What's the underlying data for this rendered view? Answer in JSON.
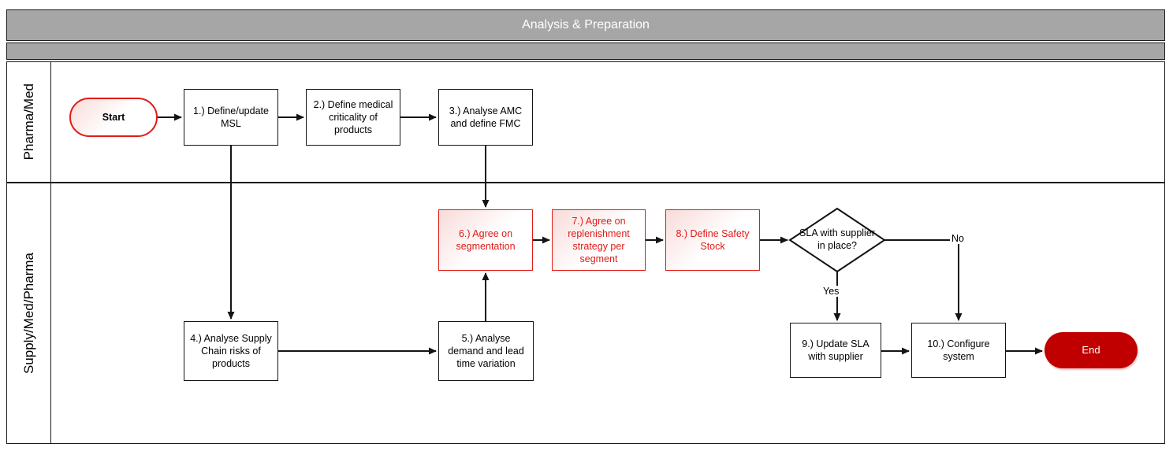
{
  "title": "Analysis & Preparation",
  "colors": {
    "header_gray": "#a6a6a6",
    "accent_red": "#e01b17",
    "end_fill": "#c00000"
  },
  "lanes": [
    {
      "label": "Pharma/Med"
    },
    {
      "label": "Supply/Med/Pharma"
    }
  ],
  "nodes": {
    "start": {
      "label": "Start",
      "type": "terminator"
    },
    "n1": {
      "label": "1.) Define/update MSL",
      "type": "process"
    },
    "n2": {
      "label": "2.) Define medical criticality of products",
      "type": "process"
    },
    "n3": {
      "label": "3.) Analyse AMC and define FMC",
      "type": "process"
    },
    "n4": {
      "label": "4.) Analyse Supply Chain risks of products",
      "type": "process"
    },
    "n5": {
      "label": "5.) Analyse demand and lead time variation",
      "type": "process"
    },
    "n6": {
      "label": "6.) Agree on segmentation",
      "type": "process-highlighted"
    },
    "n7": {
      "label": "7.) Agree on replenishment strategy per segment",
      "type": "process-highlighted"
    },
    "n8": {
      "label": "8.) Define Safety Stock",
      "type": "process-highlighted"
    },
    "decision": {
      "label": "SLA with supplier in place?",
      "type": "decision"
    },
    "n9": {
      "label": "9.) Update  SLA with supplier",
      "type": "process"
    },
    "n10": {
      "label": "10.) Configure system",
      "type": "process"
    },
    "end": {
      "label": "End",
      "type": "terminator"
    }
  },
  "edges": {
    "yes_label": "Yes",
    "no_label": "No"
  }
}
